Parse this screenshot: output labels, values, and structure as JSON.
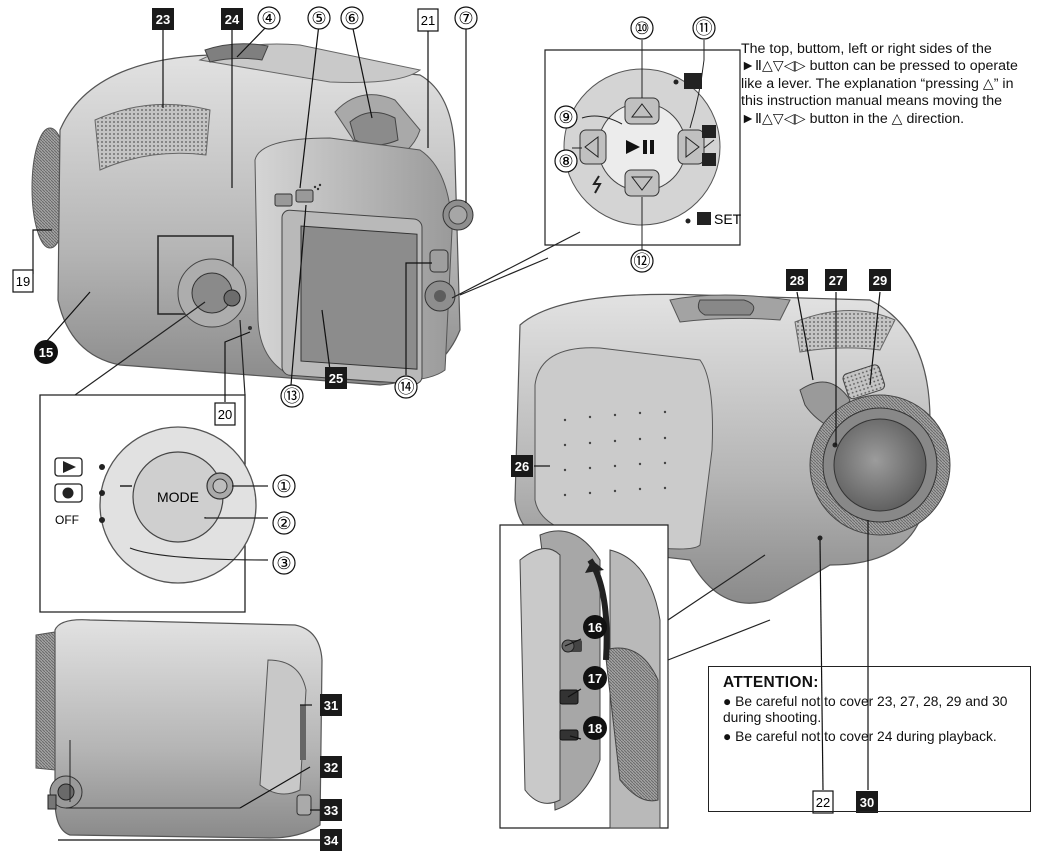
{
  "description": "The top, buttom, left or right sides of the ►Ⅱ△▽◁▷ button can be pressed to operate like a lever. The explanation “pressing △” in this instruction manual means moving the ►Ⅱ△▽◁▷ button in the △ direction.",
  "attention": {
    "title": "ATTENTION:",
    "items": [
      "● Be careful not to cover 23, 27, 28, 29 and 30 during shooting.",
      "● Be careful not to cover 24 during playback."
    ]
  },
  "dial_labels": {
    "mode": "MODE",
    "off": "OFF",
    "set": "SET",
    "dash": "–"
  },
  "callouts": {
    "circled": [
      {
        "id": "c1",
        "label": "①"
      },
      {
        "id": "c2",
        "label": "②"
      },
      {
        "id": "c3",
        "label": "③"
      },
      {
        "id": "c4",
        "label": "④"
      },
      {
        "id": "c5",
        "label": "⑤"
      },
      {
        "id": "c6",
        "label": "⑥"
      },
      {
        "id": "c7",
        "label": "⑦"
      },
      {
        "id": "c8",
        "label": "⑧"
      },
      {
        "id": "c9",
        "label": "⑨"
      },
      {
        "id": "c10",
        "label": "⑩"
      },
      {
        "id": "c11",
        "label": "⑪"
      },
      {
        "id": "c12",
        "label": "⑫"
      },
      {
        "id": "c13",
        "label": "⑬"
      },
      {
        "id": "c14",
        "label": "⑭"
      }
    ],
    "filled_circle": [
      {
        "id": "f15",
        "label": "15"
      },
      {
        "id": "f16",
        "label": "16"
      },
      {
        "id": "f17",
        "label": "17"
      },
      {
        "id": "f18",
        "label": "18"
      }
    ],
    "outline_box": [
      {
        "id": "o19",
        "label": "19"
      },
      {
        "id": "o20",
        "label": "20"
      },
      {
        "id": "o21",
        "label": "21"
      },
      {
        "id": "o22",
        "label": "22"
      }
    ],
    "filled_box": [
      {
        "id": "b23",
        "label": "23"
      },
      {
        "id": "b24",
        "label": "24"
      },
      {
        "id": "b25",
        "label": "25"
      },
      {
        "id": "b26",
        "label": "26"
      },
      {
        "id": "b27",
        "label": "27"
      },
      {
        "id": "b28",
        "label": "28"
      },
      {
        "id": "b29",
        "label": "29"
      },
      {
        "id": "b30",
        "label": "30"
      },
      {
        "id": "b31",
        "label": "31"
      },
      {
        "id": "b32",
        "label": "32"
      },
      {
        "id": "b33",
        "label": "33"
      },
      {
        "id": "b34",
        "label": "34"
      }
    ]
  },
  "colors": {
    "body": "#b9b9b9",
    "body_dark": "#8c8c8c",
    "body_light": "#dcdcdc",
    "box_fill": "#1a1a1a",
    "line": "#111111"
  }
}
